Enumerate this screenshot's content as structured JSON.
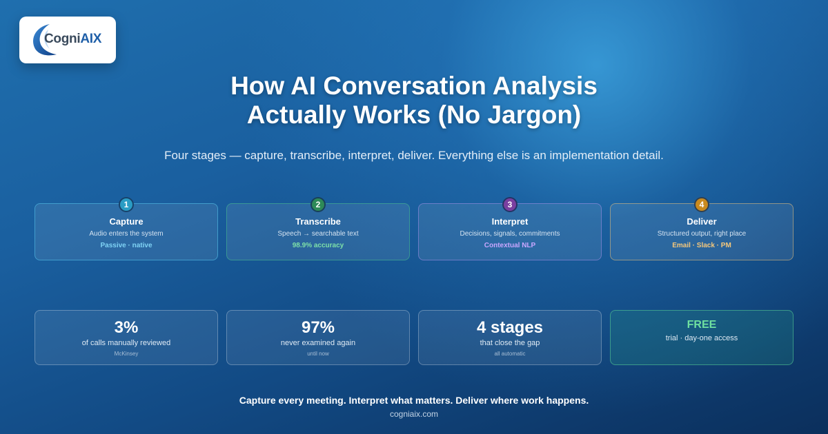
{
  "logo": {
    "text_main": "Cogni",
    "text_accent": "AIX"
  },
  "title": {
    "line1": "How AI Conversation Analysis",
    "line2": "Actually Works (No Jargon)"
  },
  "subtitle": "Four stages — capture, transcribe, interpret, deliver. Everything else is an implementation detail.",
  "stages": [
    {
      "number": "1",
      "title": "Capture",
      "description": "Audio enters the system",
      "tag": "Passive · native",
      "tag_color": "#7fd3f5",
      "badge_color": "#2a9cc4"
    },
    {
      "number": "2",
      "title": "Transcribe",
      "description": "Speech → searchable text",
      "tag": "98.9% accuracy",
      "tag_color": "#7ee0a8",
      "badge_color": "#2e8a58"
    },
    {
      "number": "3",
      "title": "Interpret",
      "description": "Decisions, signals, commitments",
      "tag": "Contextual NLP",
      "tag_color": "#c9a6ff",
      "badge_color": "#7a3fa0"
    },
    {
      "number": "4",
      "title": "Deliver",
      "description": "Structured output, right place",
      "tag": "Email · Slack · PM",
      "tag_color": "#f5c87c",
      "badge_color": "#c98a1e"
    }
  ],
  "stats": [
    {
      "value": "3%",
      "label": "of calls manually reviewed",
      "source": "McKinsey"
    },
    {
      "value": "97%",
      "label": "never examined again",
      "source": "until now"
    },
    {
      "value": "4 stages",
      "label": "that close the gap",
      "source": "all automatic"
    },
    {
      "value": "FREE",
      "label": "trial · day-one access",
      "value_color": "#6fe0a0"
    }
  ],
  "footer": {
    "tagline": "Capture every meeting. Interpret what matters. Deliver where work happens.",
    "site": "cogniaix.com"
  }
}
